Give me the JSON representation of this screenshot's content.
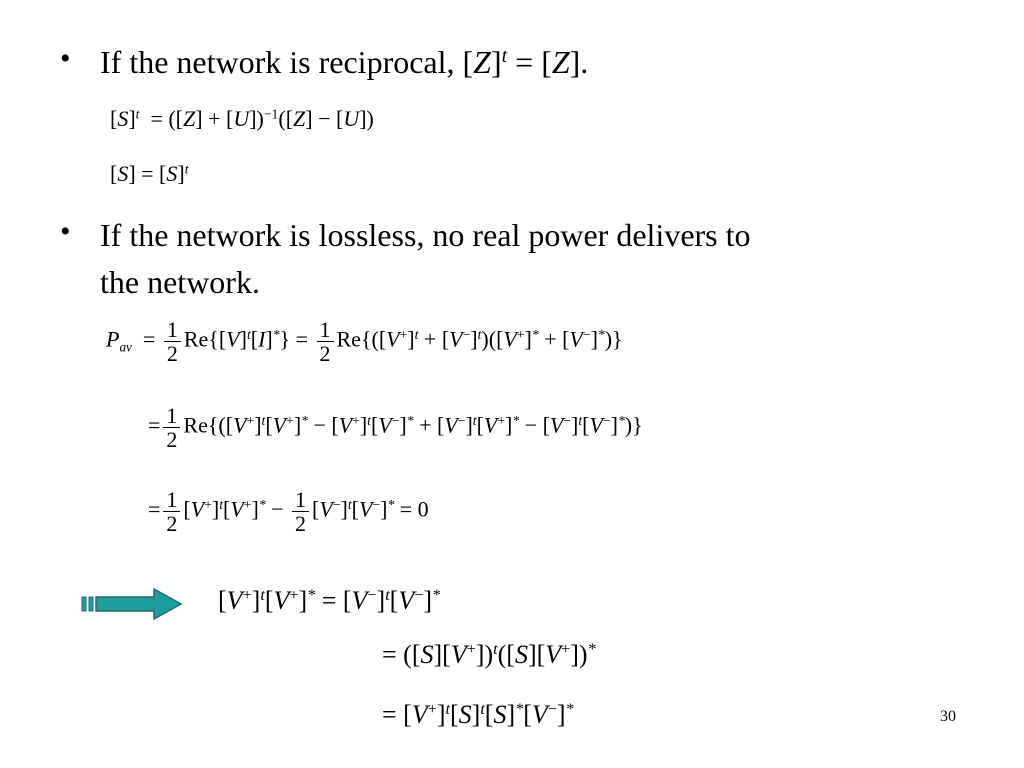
{
  "slide": {
    "page_number": "30",
    "bullet_symbol": "•",
    "bullet1": {
      "pre": "If the network is reciprocal, [",
      "z1": "Z",
      "mid1": "]",
      "t": "t",
      "mid2": " = [",
      "z2": "Z",
      "post": "]."
    },
    "bullet2": {
      "line1": "If the network is lossless, no real power delivers to",
      "line2": "the network."
    },
    "frac_num": "1",
    "frac_den": "2",
    "arrow_icon": "right-arrow-icon",
    "colors": {
      "arrow_fill": "#1f9c9c",
      "arrow_stroke": "#1f6f70"
    }
  }
}
